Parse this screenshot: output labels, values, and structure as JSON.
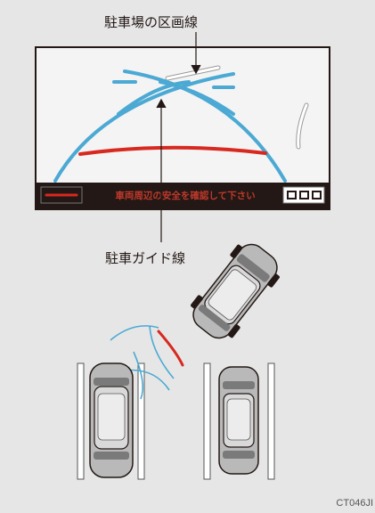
{
  "labels": {
    "parking_lines": "駐車場の区画線",
    "guide_lines": "駐車ガイド線"
  },
  "screen": {
    "message": "車両周辺の安全を確認して下さい"
  },
  "figure_code": "CT046JI",
  "colors": {
    "background": "#e6e6e6",
    "guide_line": "#4ba9d4",
    "warning_line": "#d7291f",
    "screen_bg": "#f4f4f4",
    "screen_border": "#231815",
    "bottom_bar": "#231815",
    "message_text": "#c0392b"
  },
  "icons": [
    "camera-view-icon",
    "car-icon"
  ]
}
